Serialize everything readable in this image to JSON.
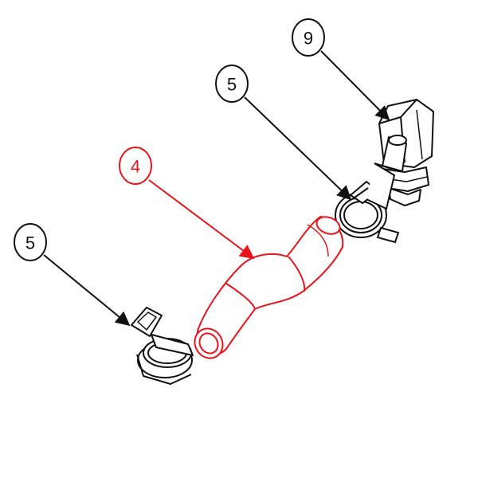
{
  "colors": {
    "line": "#111111",
    "highlight": "#e8141b",
    "background": "#ffffff"
  },
  "callouts": {
    "part_9": {
      "label": "9",
      "highlighted": false
    },
    "part_5_top": {
      "label": "5",
      "highlighted": false
    },
    "part_4": {
      "label": "4",
      "highlighted": true
    },
    "part_5_left": {
      "label": "5",
      "highlighted": false
    }
  }
}
